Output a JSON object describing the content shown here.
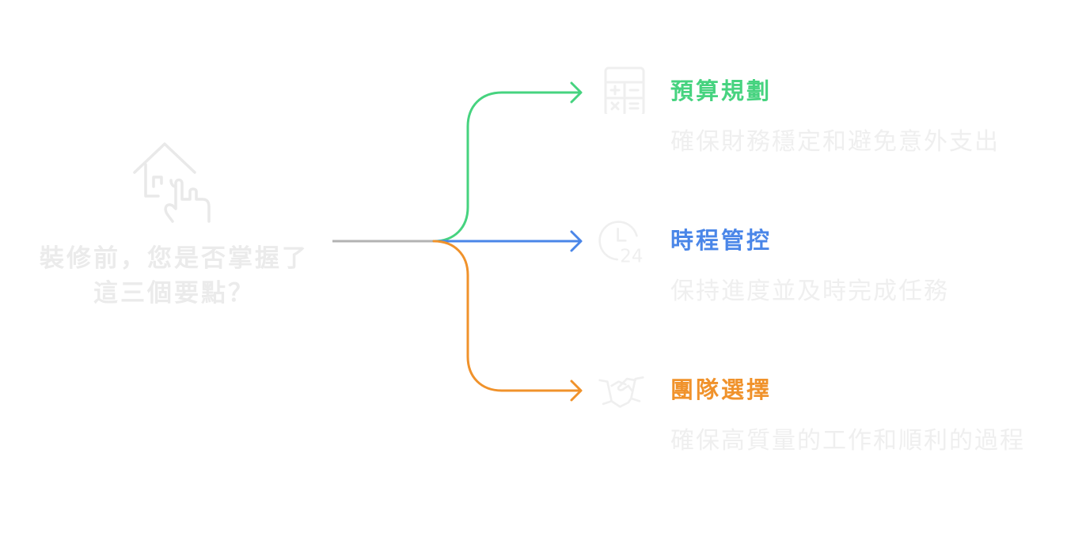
{
  "root": {
    "title_line1": "裝修前，您是否掌握了",
    "title_line2": "這三個要點？",
    "icon": "house-touch-icon",
    "connector_color": "#b3b3b3"
  },
  "branches": [
    {
      "title": "預算規劃",
      "description": "確保財務穩定和避免意外支出",
      "icon": "calculator-icon",
      "color": "#46d37f"
    },
    {
      "title": "時程管控",
      "description": "保持進度並及時完成任務",
      "icon": "clock-24-icon",
      "color": "#4a86e8"
    },
    {
      "title": "團隊選擇",
      "description": "確保高質量的工作和順利的過程",
      "icon": "handshake-icon",
      "color": "#f0922b"
    }
  ]
}
